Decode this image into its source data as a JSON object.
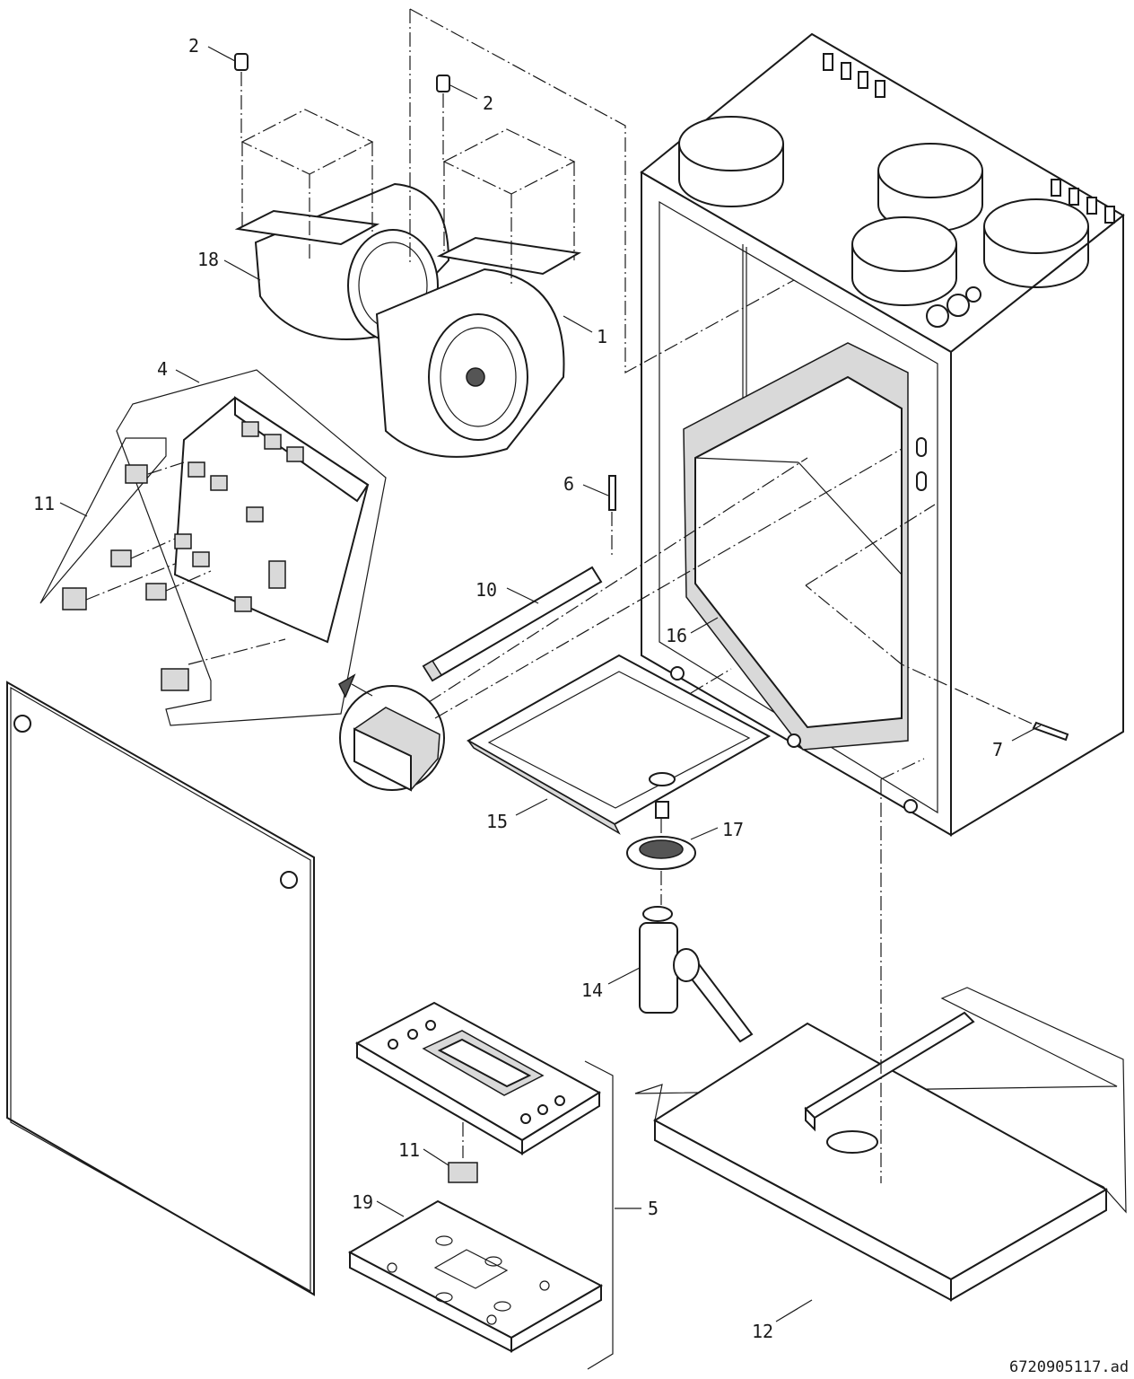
{
  "figure_id": "6720905117.ad",
  "callouts": [
    "1",
    "2",
    "2",
    "4",
    "5",
    "6",
    "7",
    "10",
    "11",
    "11",
    "12",
    "14",
    "15",
    "16",
    "17",
    "18",
    "19"
  ]
}
